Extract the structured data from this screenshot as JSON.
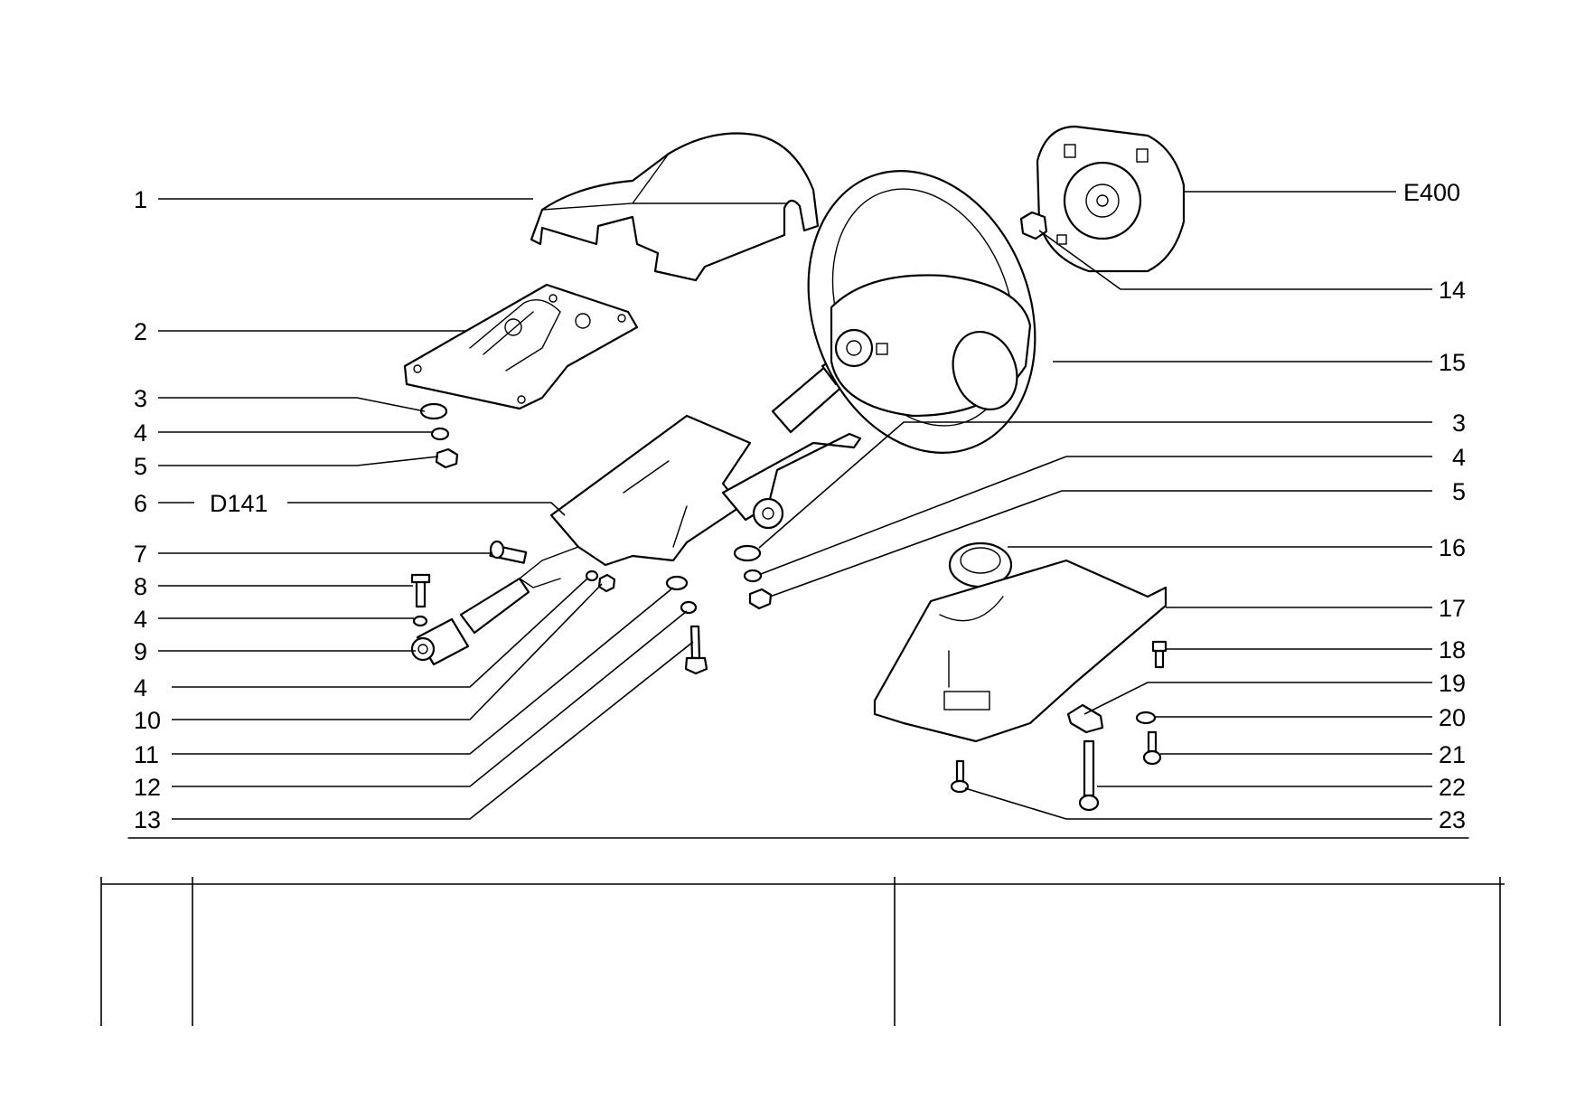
{
  "callouts": {
    "c1": "1",
    "c2": "2",
    "c3": "3",
    "c4": "4",
    "c5": "5",
    "c6": "6",
    "c6_ref": "D141",
    "c7": "7",
    "c8": "8",
    "c4b": "4",
    "c9": "9",
    "c4c": "4",
    "c10": "10",
    "c11": "11",
    "c12": "12",
    "c13": "13",
    "e400": "E400",
    "c14": "14",
    "c15": "15",
    "c3r": "3",
    "c4r": "4",
    "c5r": "5",
    "c16": "16",
    "c17": "17",
    "c18": "18",
    "c19": "19",
    "c20": "20",
    "c21": "21",
    "c22": "22",
    "c23": "23"
  }
}
